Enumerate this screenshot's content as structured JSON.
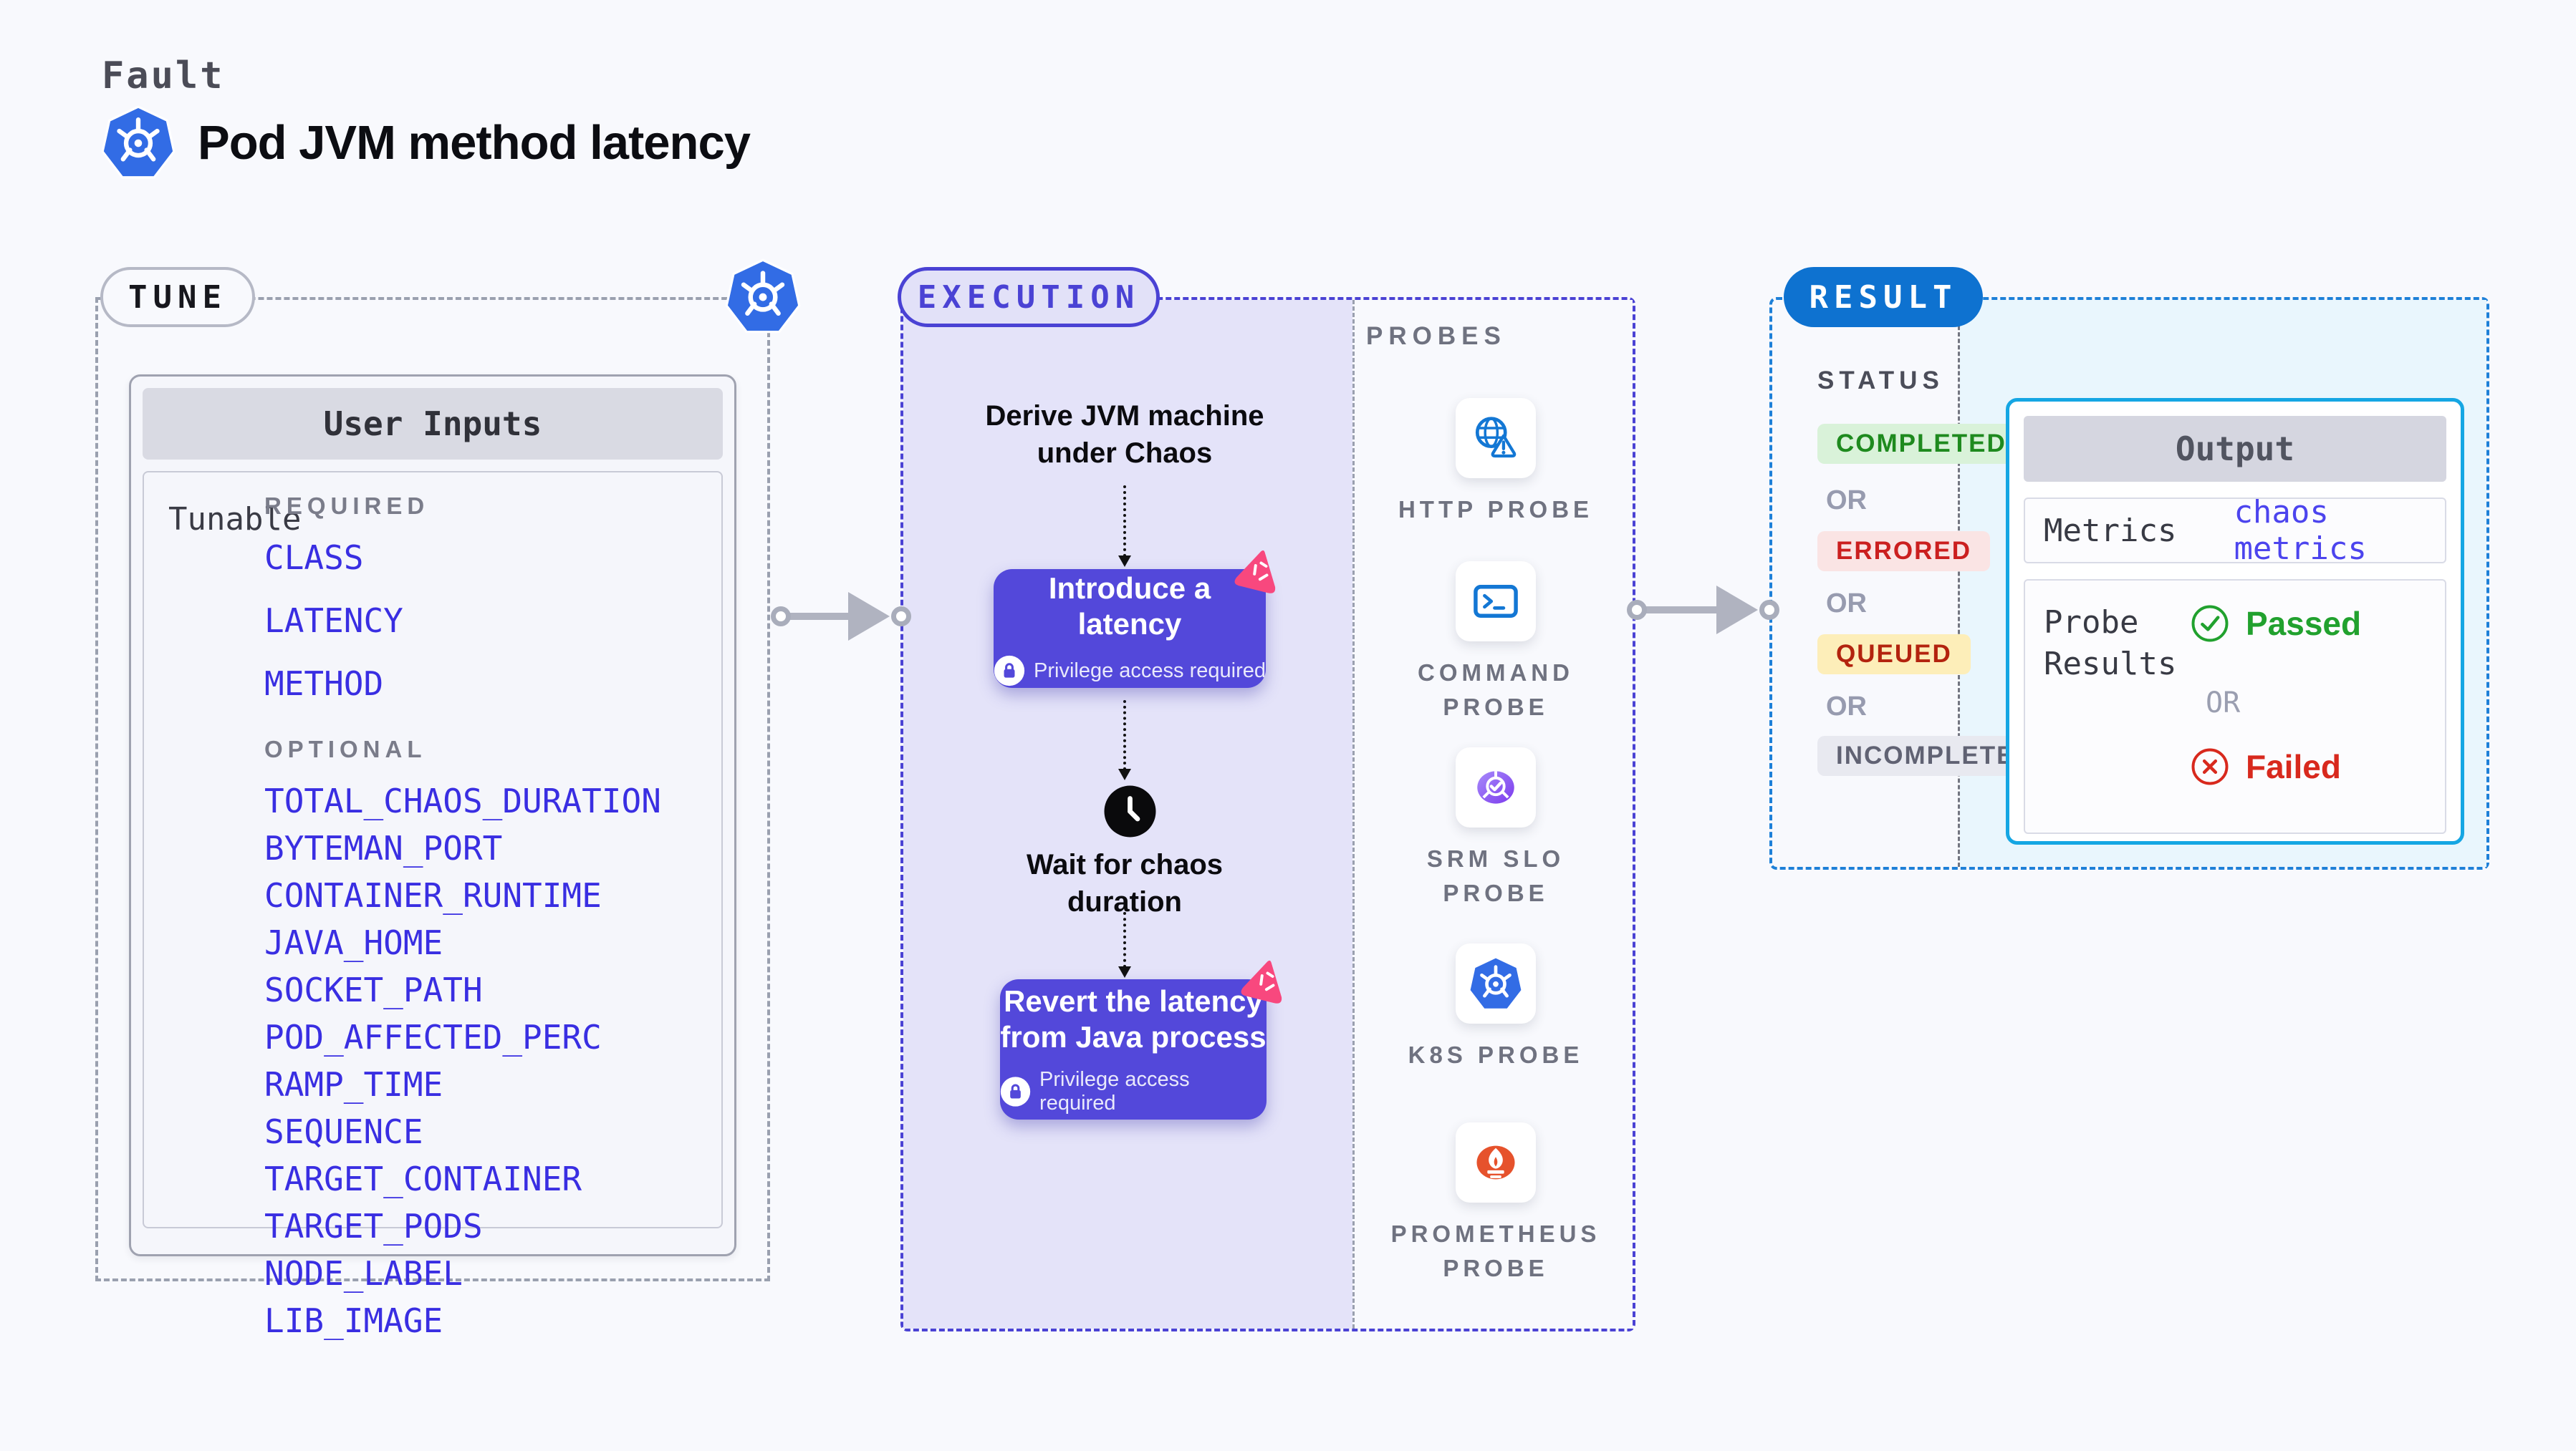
{
  "header": {
    "eyebrow": "Fault",
    "title": "Pod JVM method latency"
  },
  "tune": {
    "pill": "TUNE",
    "card_title": "User Inputs",
    "row_label": "Tunable",
    "required_label": "REQUIRED",
    "required_items": [
      "CLASS",
      "LATENCY",
      "METHOD"
    ],
    "optional_label": "OPTIONAL",
    "optional_items": [
      "TOTAL_CHAOS_DURATION",
      "BYTEMAN_PORT",
      "CONTAINER_RUNTIME",
      "JAVA_HOME",
      "SOCKET_PATH",
      "POD_AFFECTED_PERC",
      "RAMP_TIME",
      "SEQUENCE",
      "TARGET_CONTAINER",
      "TARGET_PODS",
      "NODE_LABEL",
      "LIB_IMAGE"
    ]
  },
  "execution": {
    "pill": "EXECUTION",
    "step1_lines": [
      "Derive JVM machine",
      "under Chaos"
    ],
    "action1_label": "Introduce a latency",
    "privilege_note": "Privilege access required",
    "wait_lines": [
      "Wait for chaos",
      "duration"
    ],
    "action2_lines": [
      "Revert the latency",
      "from Java process"
    ]
  },
  "probes": {
    "label": "PROBES",
    "items": [
      {
        "name": "HTTP PROBE",
        "icon": "http-probe-icon"
      },
      {
        "name": "COMMAND PROBE",
        "icon": "command-probe-icon"
      },
      {
        "name": "SRM SLO PROBE",
        "icon": "srm-slo-probe-icon"
      },
      {
        "name": "K8S PROBE",
        "icon": "k8s-probe-icon"
      },
      {
        "name": "PROMETHEUS PROBE",
        "icon": "prometheus-probe-icon"
      }
    ]
  },
  "result": {
    "pill": "RESULT",
    "status_label": "STATUS",
    "or_label": "OR",
    "statuses": [
      {
        "label": "COMPLETED",
        "bg": "#d9f2d9",
        "fg": "#1e8a1e"
      },
      {
        "label": "ERRORED",
        "bg": "#fae4e4",
        "fg": "#cb1f1f"
      },
      {
        "label": "QUEUED",
        "bg": "#fdeeb9",
        "fg": "#b3230e"
      },
      {
        "label": "INCOMPLETED",
        "bg": "#e8e9f0",
        "fg": "#606273"
      }
    ],
    "output": {
      "title": "Output",
      "metrics_label": "Metrics",
      "metrics_value": "chaos metrics",
      "probe_results_lines": [
        "Probe",
        "Results"
      ],
      "passed_label": "Passed",
      "or_label": "OR",
      "failed_label": "Failed"
    }
  },
  "colors": {
    "kubernetes_blue": "#326ce5",
    "execution_purple": "#4a42d4",
    "action_button_purple": "#5348da",
    "result_blue": "#0e72d0",
    "output_border_cyan": "#15a6e3",
    "chaos_badge_pink": "#f8487e",
    "passed_green": "#21a12e",
    "failed_red": "#d8291d",
    "link_blue": "#4c44ee"
  }
}
